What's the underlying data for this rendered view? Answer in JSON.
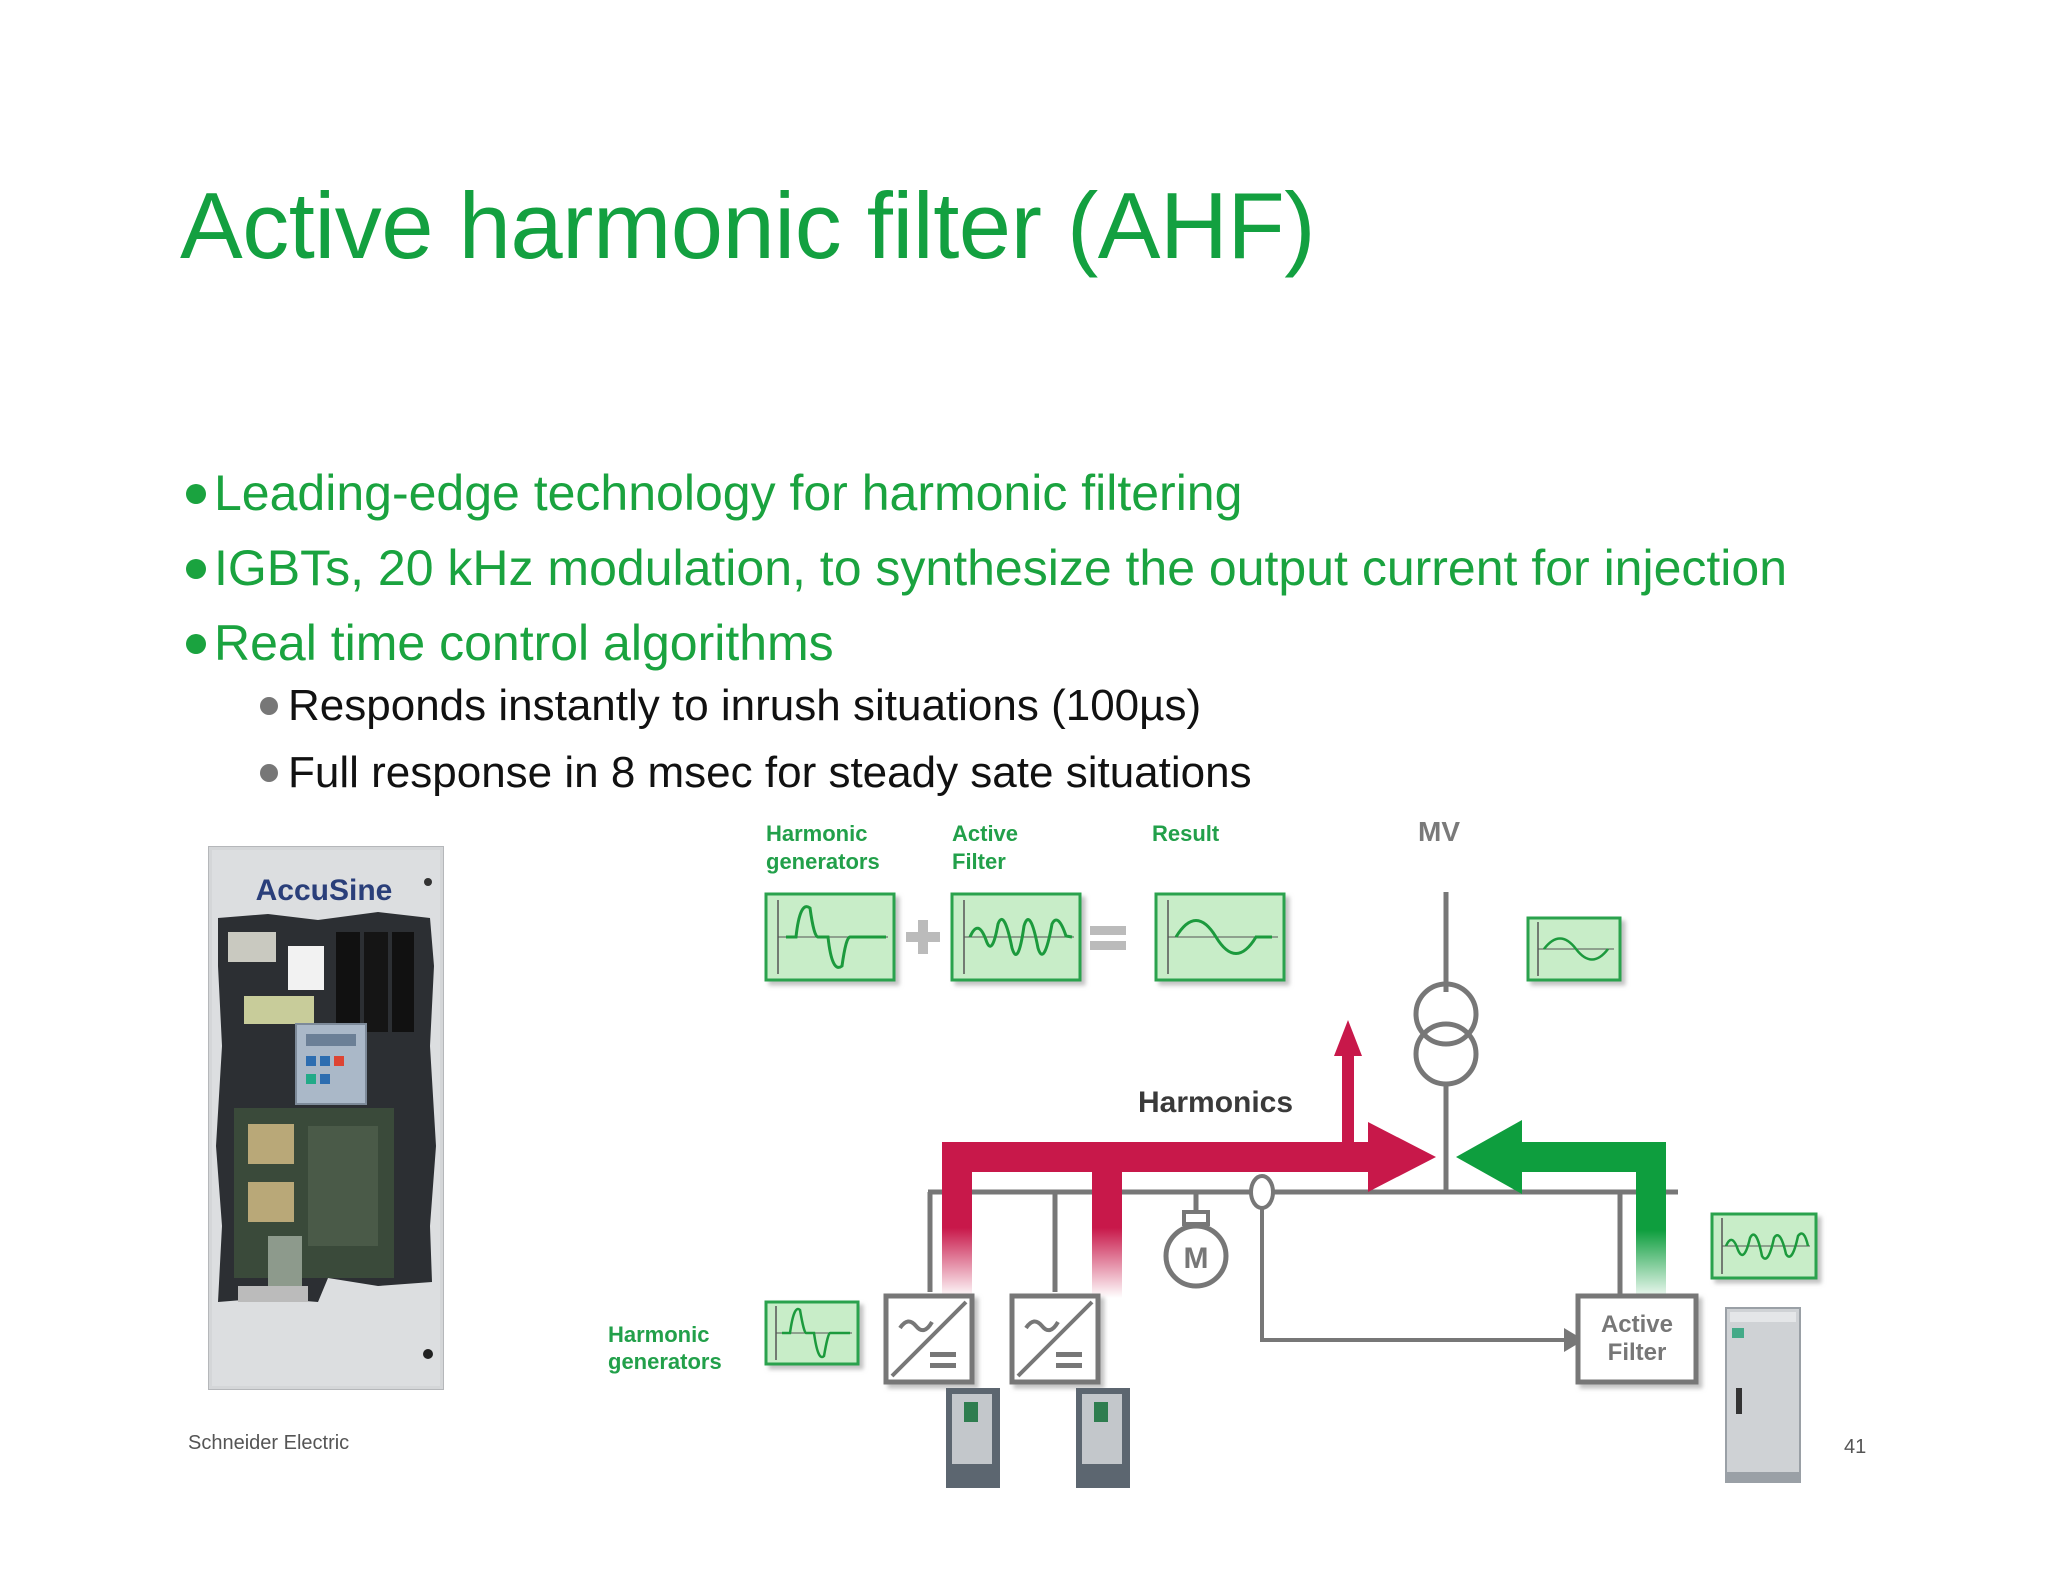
{
  "slide": {
    "title": "Active harmonic filter (AHF)",
    "bullets": [
      "Leading-edge technology for harmonic filtering",
      "IGBTs, 20 kHz modulation, to synthesize the output current for injection",
      "Real time control algorithms"
    ],
    "sub_bullets": [
      "Responds instantly to inrush situations (100µs)",
      "Full response in 8 msec for steady sate situations"
    ],
    "footer_left": "Schneider Electric",
    "page_number": "41"
  },
  "cabinet": {
    "brand": "AccuSine"
  },
  "diagram": {
    "label_harmonic_generators_line1": "Harmonic",
    "label_harmonic_generators_line2": "generators",
    "label_active_filter_line1": "Active",
    "label_active_filter_line2": "Filter",
    "label_result": "Result",
    "label_mv": "MV",
    "label_harmonics": "Harmonics",
    "motor_label": "M",
    "active_filter_box_line1": "Active",
    "active_filter_box_line2": "Filter",
    "bottom_label_line1": "Harmonic",
    "bottom_label_line2": "generators",
    "colors": {
      "harmonic_arrow": "#C8184A",
      "filter_arrow": "#0E9E3E",
      "wave_panel": "#C8EDC8"
    }
  }
}
